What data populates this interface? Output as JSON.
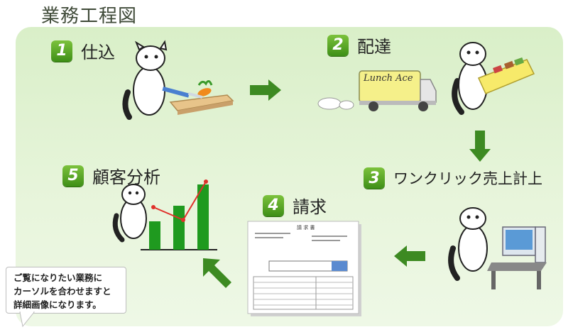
{
  "title": "業務工程図",
  "steps": [
    {
      "num": "1",
      "label": "仕込"
    },
    {
      "num": "2",
      "label": "配達"
    },
    {
      "num": "3",
      "label": "ワンクリック売上計上"
    },
    {
      "num": "4",
      "label": "請求"
    },
    {
      "num": "5",
      "label": "顧客分析"
    }
  ],
  "truck_sign": "Lunch Ace",
  "invoice": {
    "title": "請 求 書"
  },
  "note_lines": [
    "ご覧になりたい業務に",
    "カーソルを合わせますと",
    "詳細画像になります。"
  ],
  "colors": {
    "panel": "#dff1cf",
    "badge": "#4c9e1f",
    "arrow": "#3d8a22",
    "bar": "#1f9a1f",
    "trend": "#e0302a"
  }
}
